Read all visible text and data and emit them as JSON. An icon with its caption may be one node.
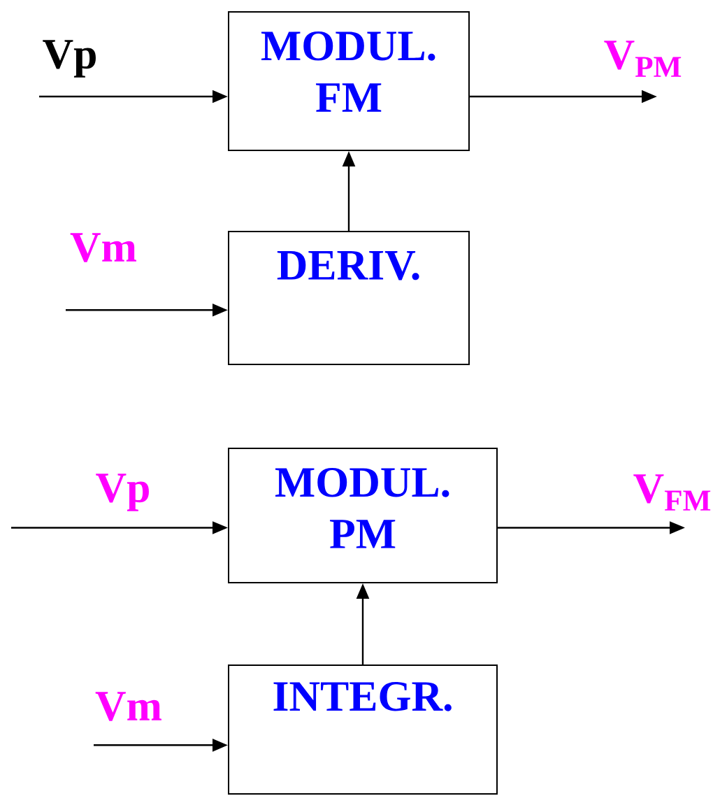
{
  "diagram": {
    "nodes": [
      {
        "text": [
          "MODUL. FM"
        ]
      },
      {
        "text": [
          "DERIV."
        ]
      },
      {
        "text": [
          "MODUL. PM"
        ]
      },
      {
        "text": [
          "INTEGR."
        ]
      }
    ],
    "edges": [
      {
        "from": null,
        "to": 0,
        "arrow": "to",
        "label": "Vp"
      },
      {
        "from": 0,
        "to": null,
        "arrow": "to",
        "label": "V$_{PM}$"
      },
      {
        "from": 1,
        "to": 0,
        "arrow": "to"
      },
      {
        "from": null,
        "to": 1,
        "arrow": "to",
        "label": "Vm"
      },
      {
        "from": null,
        "to": 2,
        "arrow": "to",
        "label": "Vp"
      },
      {
        "from": 2,
        "to": null,
        "arrow": "to",
        "label": "V$_{FM}$"
      },
      {
        "from": 3,
        "to": 2,
        "arrow": "to"
      },
      {
        "from": null,
        "to": 3,
        "arrow": "to",
        "label": "Vm"
      }
    ]
  }
}
